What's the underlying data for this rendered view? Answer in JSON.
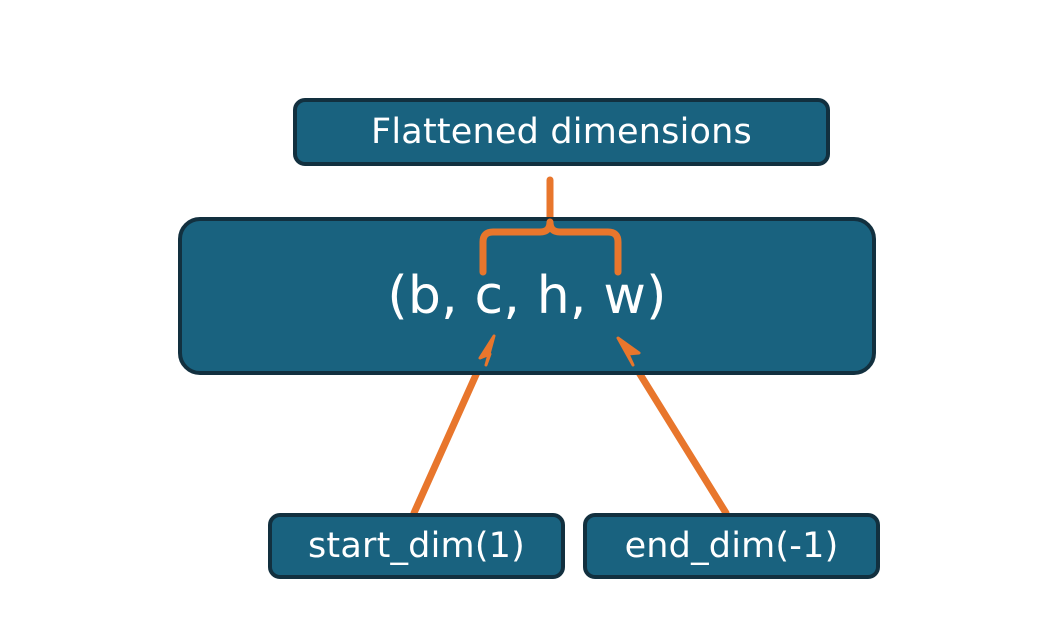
{
  "diagram": {
    "title_node": {
      "label": "Flattened dimensions"
    },
    "shape_node": {
      "label": "(b, c, h, w)"
    },
    "start_node": {
      "label": "start_dim(1)"
    },
    "end_node": {
      "label": "end_dim(-1)"
    },
    "connectors": [
      {
        "name": "brace-connector",
        "from": "shape_node",
        "to": "title_node",
        "style": "curly-brace-up"
      },
      {
        "name": "start-dim-arrow",
        "from": "start_node",
        "to": "shape_node",
        "style": "arrow-up-right"
      },
      {
        "name": "end-dim-arrow",
        "from": "end_node",
        "to": "shape_node",
        "style": "arrow-up-left"
      }
    ]
  },
  "colors": {
    "background": "#ffffff",
    "node_fill": "#19627f",
    "node_border": "#12303f",
    "node_text": "#ffffff",
    "accent_orange": "#e8762c"
  }
}
